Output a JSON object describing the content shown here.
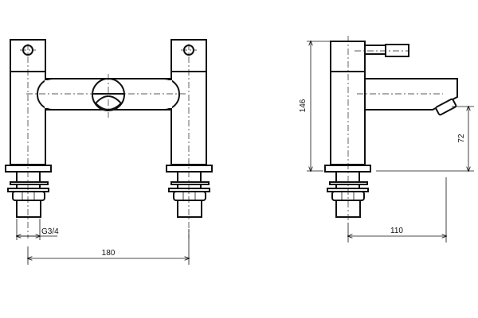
{
  "drawing": {
    "front_view": {
      "thread_label": "G3/4",
      "centers_label": "180"
    },
    "side_view": {
      "height_label": "146",
      "spout_height_label": "72",
      "projection_label": "110"
    }
  }
}
